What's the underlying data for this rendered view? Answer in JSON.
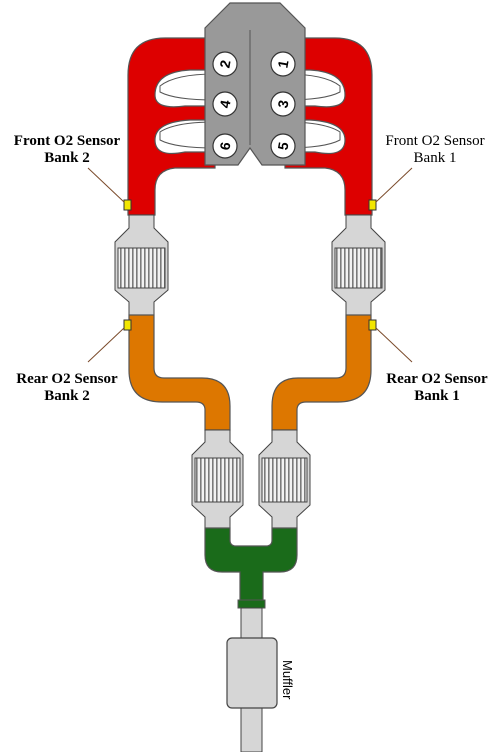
{
  "labels": {
    "front_bank2": [
      "Front O2 Sensor",
      "Bank 2"
    ],
    "front_bank1": [
      "Front O2 Sensor",
      "Bank 1"
    ],
    "rear_bank2": [
      "Rear O2 Sensor",
      "Bank 2"
    ],
    "rear_bank1": [
      "Rear O2 Sensor",
      "Bank 1"
    ],
    "muffler": "Muffler"
  },
  "cylinders": {
    "left_bank": [
      "2",
      "4",
      "6"
    ],
    "right_bank": [
      "1",
      "3",
      "5"
    ]
  },
  "colors": {
    "manifold": "#dd0000",
    "mid_pipe": "#dd7700",
    "y_pipe": "#1a6b1a",
    "engine": "#999999",
    "sensor": "#f2e600",
    "pipe_gray": "#d6d6d6"
  }
}
